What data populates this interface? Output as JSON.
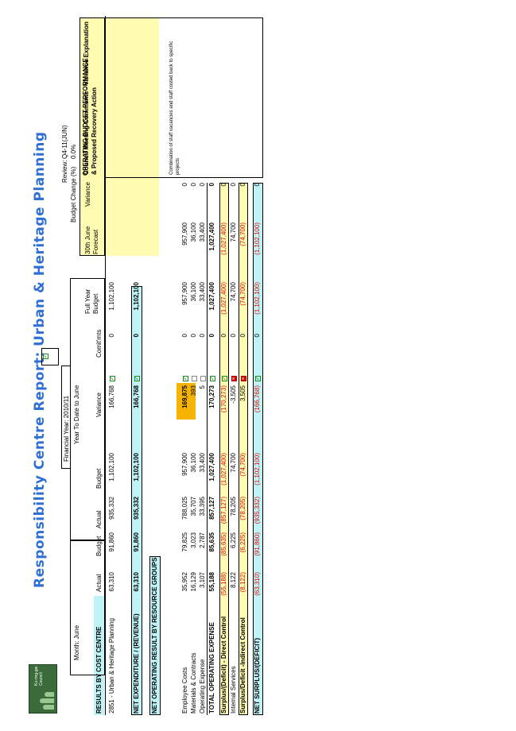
{
  "report": {
    "title": "Responsibility Centre Report: Urban & Heritage Planning",
    "council_logo_text": "Ku-ring-gai Council",
    "financial_year": "Financial Year: 2010/11",
    "month_label": "Month: June",
    "ytd_label": "Year To Date to June",
    "review_label": "Review:",
    "review_value": "Q4-11(JUN)",
    "budget_change_label": "Budget Change (%)",
    "budget_change_value": "0.0%",
    "obp_label": "OPERATING BUDGET PERFORMANCE",
    "cm_header": "Council Meeting Comments - Variance Explanation & Proposed Recovery Action"
  },
  "columns": {
    "actual": "Actual",
    "budget": "Budget",
    "variance": "Variance",
    "commits": "Comit'mts",
    "full_year_budget": "Full Year Budget",
    "forecast": "30th June Forecast",
    "forecast_variance": "Variance"
  },
  "sections": {
    "cost_centre_header": "RESULTS BY COST CENTRE",
    "resource_groups_header": "NET OPERATING RESULT BY RESOURCE GROUPS"
  },
  "rows": {
    "cost_centre": {
      "label": "2851 - Urban & Heritage Planning",
      "m_actual": "63,310",
      "m_budget": "91,860",
      "ytd_actual": "935,332",
      "ytd_budget": "1,102,100",
      "ytd_variance": "166,768",
      "commits": "0",
      "fy_budget": "1,102,100",
      "forecast": "",
      "f_variance": ""
    },
    "net_expenditure": {
      "label": "NET EXPENDITURE / (REVENUE)",
      "m_actual": "63,310",
      "m_budget": "91,860",
      "ytd_actual": "935,332",
      "ytd_budget": "1,102,100",
      "ytd_variance": "166,768",
      "commits": "0",
      "fy_budget": "1,102,100"
    },
    "employee": {
      "label": "Employee Costs",
      "m_actual": "35,952",
      "m_budget": "79,825",
      "ytd_actual": "788,025",
      "ytd_budget": "957,900",
      "ytd_variance": "169,875",
      "commits": "0",
      "fy_budget": "957,900",
      "forecast": "957,900",
      "f_variance": "0"
    },
    "materials": {
      "label": "Materials & Contracts",
      "m_actual": "16,129",
      "m_budget": "3,023",
      "ytd_actual": "35,707",
      "ytd_budget": "36,100",
      "ytd_variance": "393",
      "commits": "0",
      "fy_budget": "36,100",
      "forecast": "36,100",
      "f_variance": "0"
    },
    "operating": {
      "label": "Operating Expense",
      "m_actual": "3,107",
      "m_budget": "2,787",
      "ytd_actual": "33,395",
      "ytd_budget": "33,400",
      "ytd_variance": "5",
      "commits": "0",
      "fy_budget": "33,400",
      "forecast": "33,400",
      "f_variance": "0"
    },
    "total_opex": {
      "label": "TOTAL OPERATING EXPENSE",
      "m_actual": "55,188",
      "m_budget": "85,635",
      "ytd_actual": "857,127",
      "ytd_budget": "1,027,400",
      "ytd_variance": "170,273",
      "commits": "0",
      "fy_budget": "1,027,400",
      "forecast": "1,027,400",
      "f_variance": "0"
    },
    "direct": {
      "label": "Surplus/(Deficit) - Direct Control",
      "m_actual": "(55,188)",
      "m_budget": "(85,635)",
      "ytd_actual": "(857,127)",
      "ytd_budget": "(1,027,400)",
      "ytd_variance": "(170,273)",
      "commits": "0",
      "fy_budget": "(1,027,400)",
      "forecast": "(1,027,400)",
      "f_variance": "0"
    },
    "internal": {
      "label": "Internal Services",
      "m_actual": "8,122",
      "m_budget": "6,225",
      "ytd_actual": "78,205",
      "ytd_budget": "74,700",
      "ytd_variance": "-3,505",
      "commits": "0",
      "fy_budget": "74,700",
      "forecast": "74,700",
      "f_variance": "0"
    },
    "indirect": {
      "label": "Surplus/Deficit -Indirect Control",
      "m_actual": "(8,122)",
      "m_budget": "(6,225)",
      "ytd_actual": "(78,205)",
      "ytd_budget": "(74,700)",
      "ytd_variance": "3,505",
      "commits": "0",
      "fy_budget": "(74,700)",
      "forecast": "(74,700)",
      "f_variance": "0"
    },
    "net_surplus": {
      "label": "NET SURPLUS/(DEFICIT)",
      "m_actual": "(63,310)",
      "m_budget": "(91,860)",
      "ytd_actual": "(935,332)",
      "ytd_budget": "(1,102,100)",
      "ytd_variance": "(166,768)",
      "commits": "0",
      "fy_budget": "(1,102,100)",
      "forecast": "(1,102,100)",
      "f_variance": "0"
    }
  },
  "comments": {
    "employee": "Combination of staff vacancies and staff costed back to specific projects"
  },
  "colors": {
    "title_blue": "#2f6fd6",
    "highlight_yellow": "#fffbb0",
    "highlight_cyan": "#bff3f6",
    "variance_orange": "#f6b300",
    "negative_red": "#e00000",
    "check_green": "#1a8a1a"
  }
}
